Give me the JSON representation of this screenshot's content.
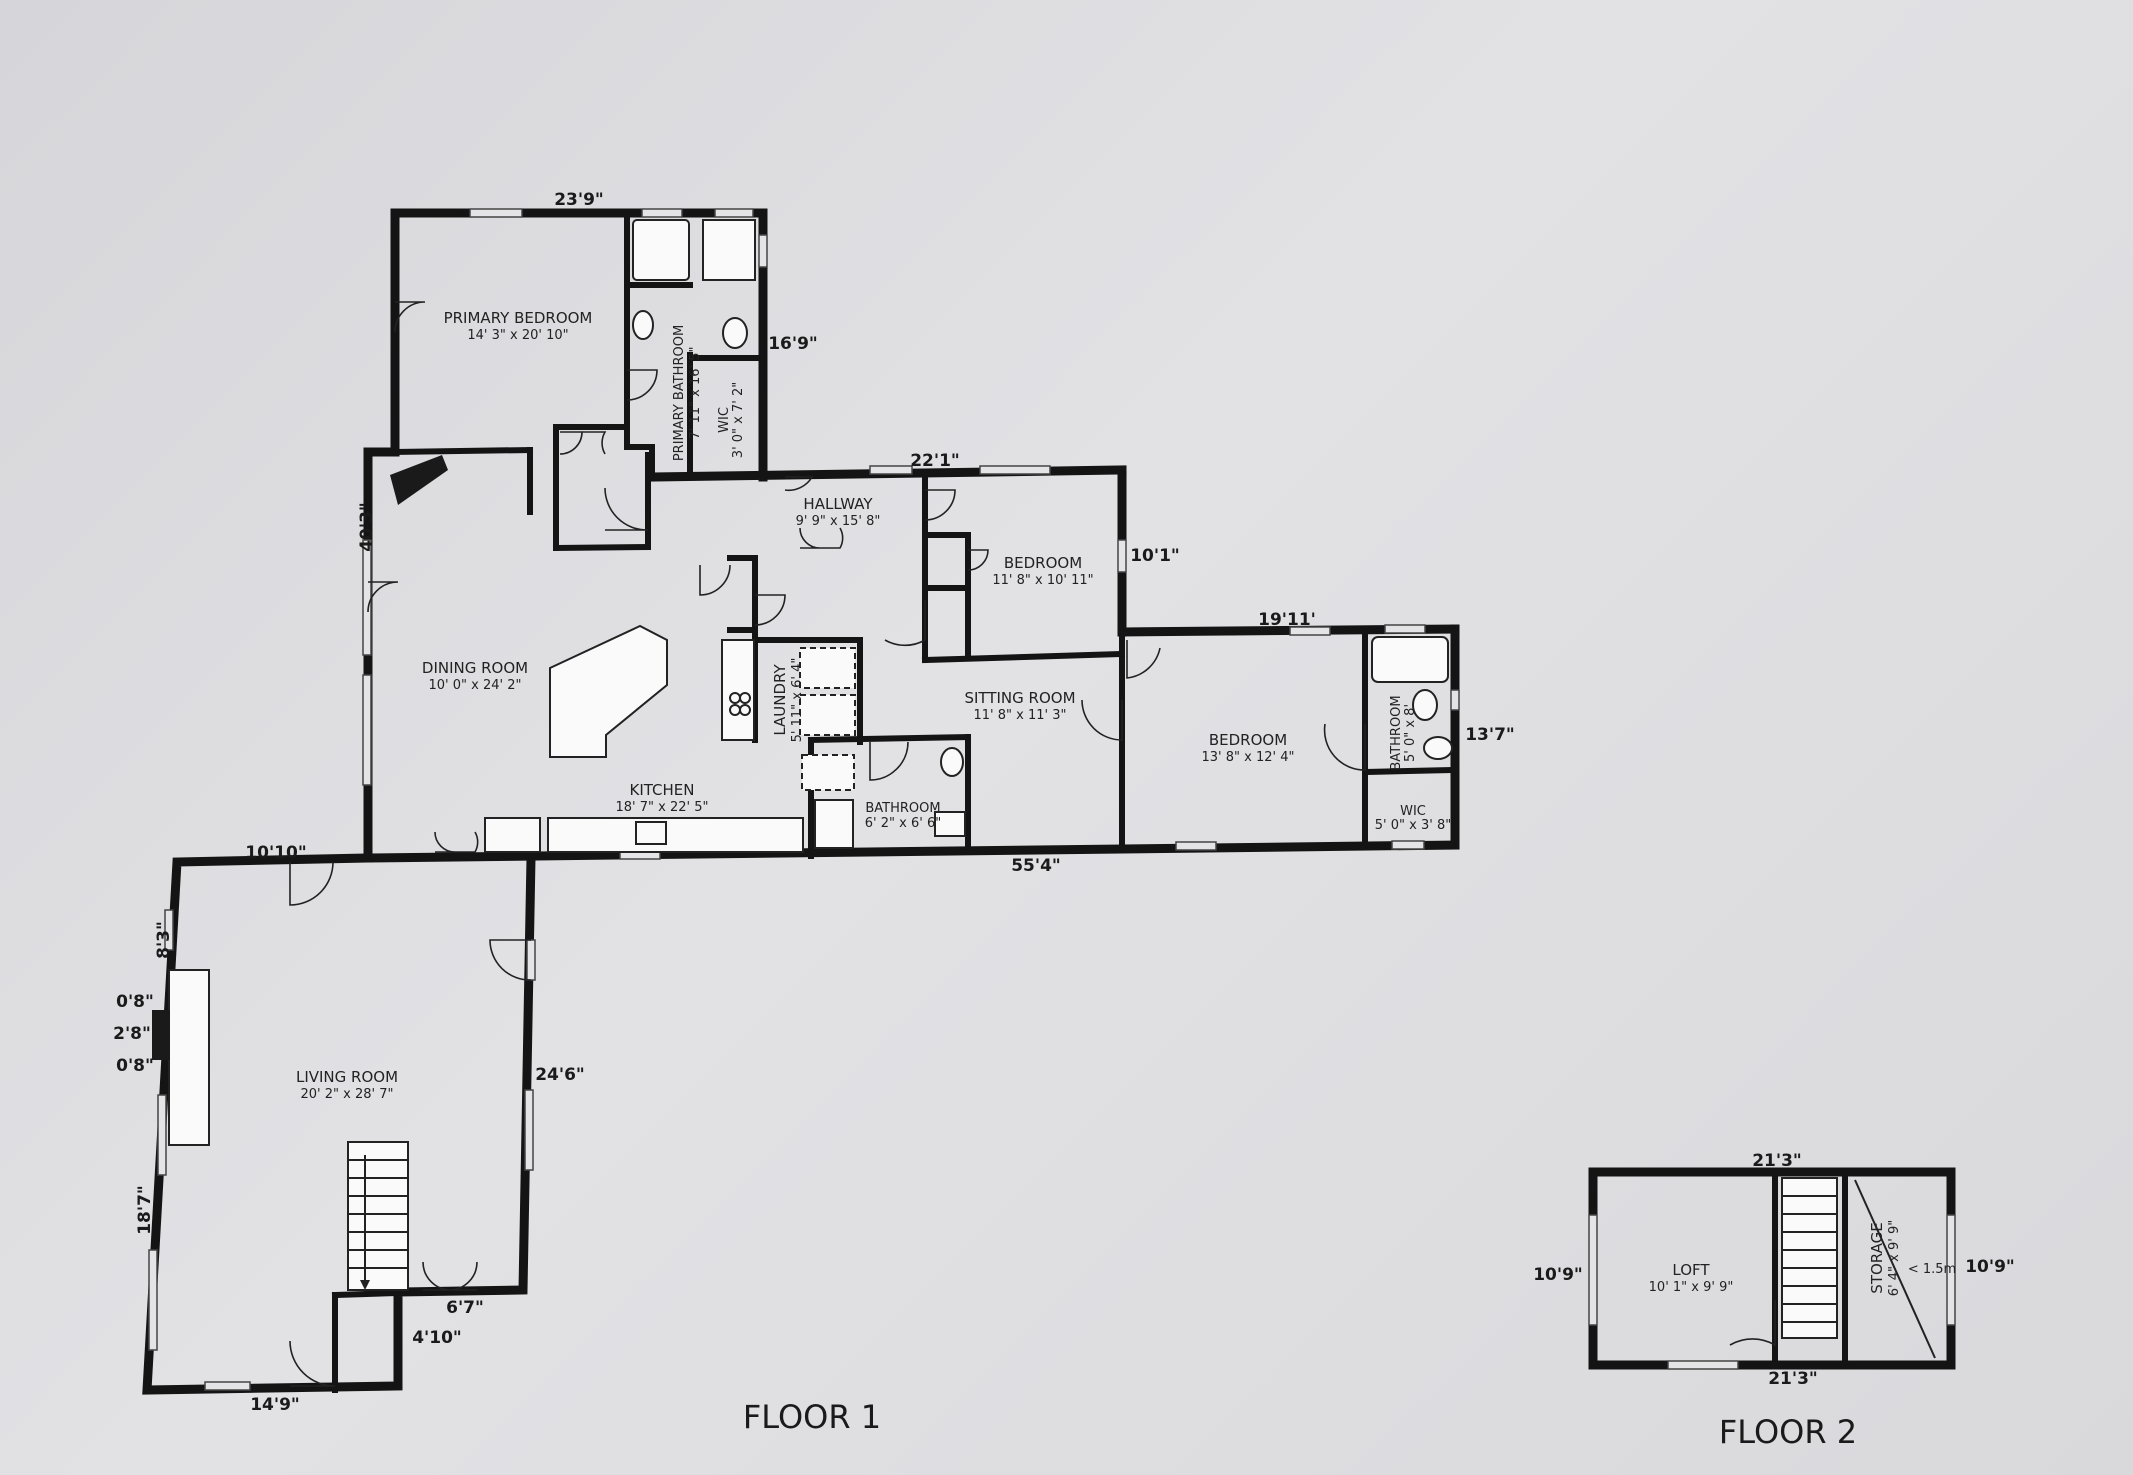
{
  "floor_labels": {
    "floor1": "FLOOR 1",
    "floor2": "FLOOR 2"
  },
  "rooms": {
    "primary_bedroom": {
      "name": "PRIMARY BEDROOM",
      "dims": "14' 3\" x 20' 10\""
    },
    "primary_bathroom": {
      "name": "PRIMARY BATHROOM",
      "dims": "7' 11\" x 16' 5\""
    },
    "wic_primary": {
      "name": "WIC",
      "dims": "3' 0\" x 7' 2\""
    },
    "hallway": {
      "name": "HALLWAY",
      "dims": "9' 9\" x 15' 8\""
    },
    "bedroom_1": {
      "name": "BEDROOM",
      "dims": "11' 8\" x 10' 11\""
    },
    "dining_room": {
      "name": "DINING ROOM",
      "dims": "10' 0\" x 24' 2\""
    },
    "laundry": {
      "name": "LAUNDRY",
      "dims": "5' 11\" x 6' 4\""
    },
    "sitting_room": {
      "name": "SITTING ROOM",
      "dims": "11' 8\" x 11' 3\""
    },
    "kitchen": {
      "name": "KITCHEN",
      "dims": "18' 7\" x 22' 5\""
    },
    "bathroom_1": {
      "name": "BATHROOM",
      "dims": "6' 2\" x 6' 6\""
    },
    "bedroom_2": {
      "name": "BEDROOM",
      "dims": "13' 8\" x 12' 4\""
    },
    "bathroom_2": {
      "name": "BATHROOM",
      "dims": "5' 0\" x 8'"
    },
    "wic_2": {
      "name": "WIC",
      "dims": "5' 0\" x 3' 8\""
    },
    "living_room": {
      "name": "LIVING ROOM",
      "dims": "20' 2\" x 28' 7\""
    },
    "loft": {
      "name": "LOFT",
      "dims": "10' 1\" x 9' 9\""
    },
    "storage": {
      "name": "STORAGE",
      "dims": "6' 4\" x 9' 9\""
    },
    "storage_note": "< 1.5m"
  },
  "dimensions": {
    "top_primary": "23'9\"",
    "primary_right": "16'9\"",
    "left_main": "40'3\"",
    "hall_top": "22'1\"",
    "bedroom_right": "10'1\"",
    "bedroom2_top": "19'11'",
    "bath2_right": "13'7\"",
    "bottom_main": "55'4\"",
    "living_top": "10'10\"",
    "living_left_top": "8'3\"",
    "chimney_a": "0'8\"",
    "chimney_b": "2'8\"",
    "chimney_c": "0'8\"",
    "living_right": "24'6\"",
    "living_left_bottom": "18'7\"",
    "living_step": "6'7\"",
    "living_step_side": "4'10\"",
    "living_bottom": "14'9\"",
    "f2_top": "21'3\"",
    "f2_left": "10'9\"",
    "f2_right": "10'9\"",
    "f2_bottom": "21'3\""
  }
}
